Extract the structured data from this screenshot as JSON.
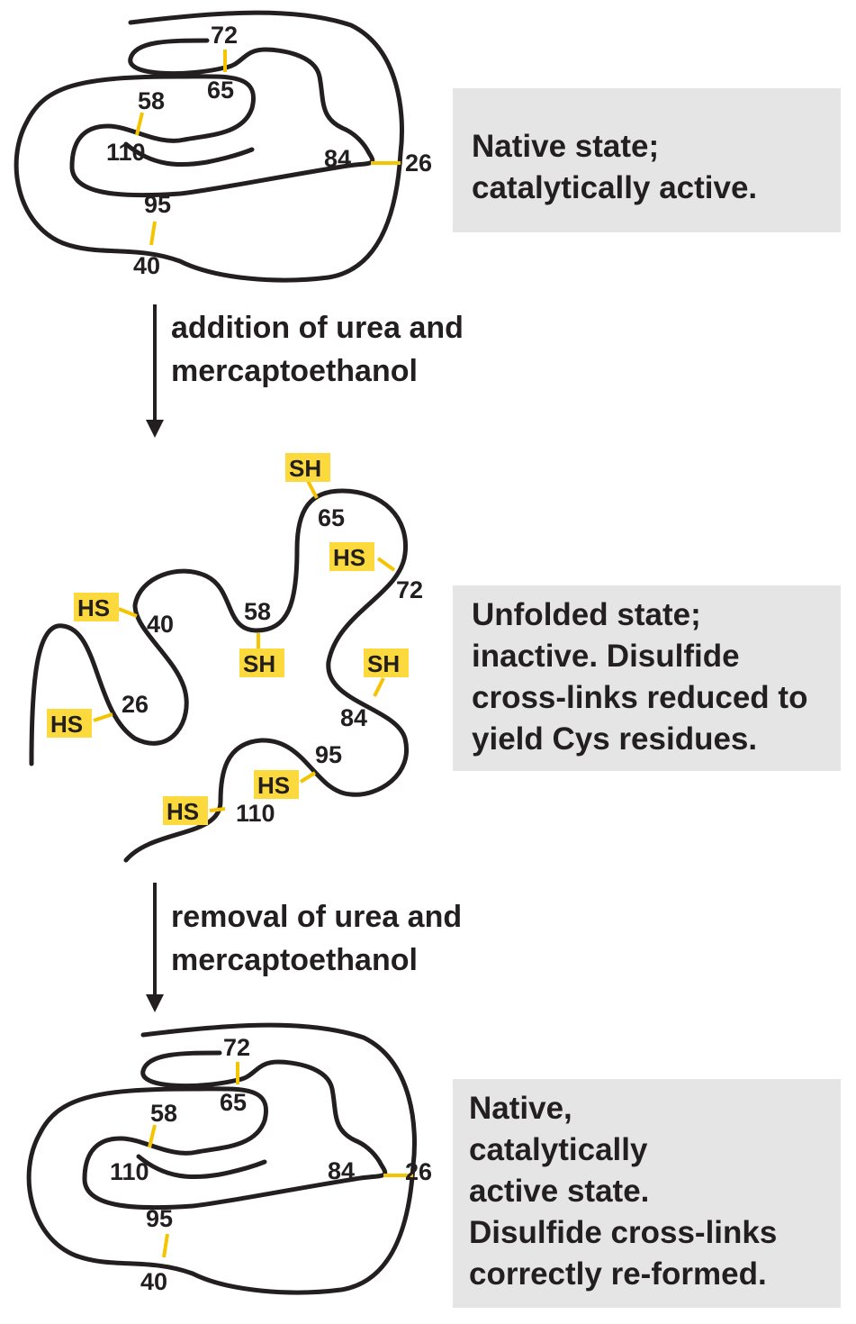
{
  "native_top": {
    "residues": [
      "72",
      "65",
      "58",
      "110",
      "84",
      "26",
      "95",
      "40"
    ],
    "description_lines": [
      "Native state;",
      "catalytically active."
    ]
  },
  "step1": {
    "lines": [
      "addition of urea and",
      "mercaptoethanol"
    ]
  },
  "unfolded": {
    "residues": [
      "65",
      "72",
      "40",
      "58",
      "26",
      "84",
      "95",
      "110"
    ],
    "thiol_tags": [
      "SH",
      "HS",
      "HS",
      "SH",
      "SH",
      "HS",
      "HS",
      "HS"
    ],
    "description_lines": [
      "Unfolded state;",
      "inactive.  Disulfide",
      "cross-links reduced to",
      "yield Cys residues."
    ]
  },
  "step2": {
    "lines": [
      "removal of urea and",
      "mercaptoethanol"
    ]
  },
  "native_bottom": {
    "residues": [
      "72",
      "65",
      "58",
      "110",
      "84",
      "26",
      "95",
      "40"
    ],
    "description_lines": [
      "Native,",
      "catalytically",
      "active state.",
      "Disulfide cross-links",
      "correctly re-formed."
    ]
  },
  "colors": {
    "chain": "#231f20",
    "disulfide": "#f5c400",
    "thiol_tag": "#fcd93c",
    "panel": "#e5e5e5"
  }
}
